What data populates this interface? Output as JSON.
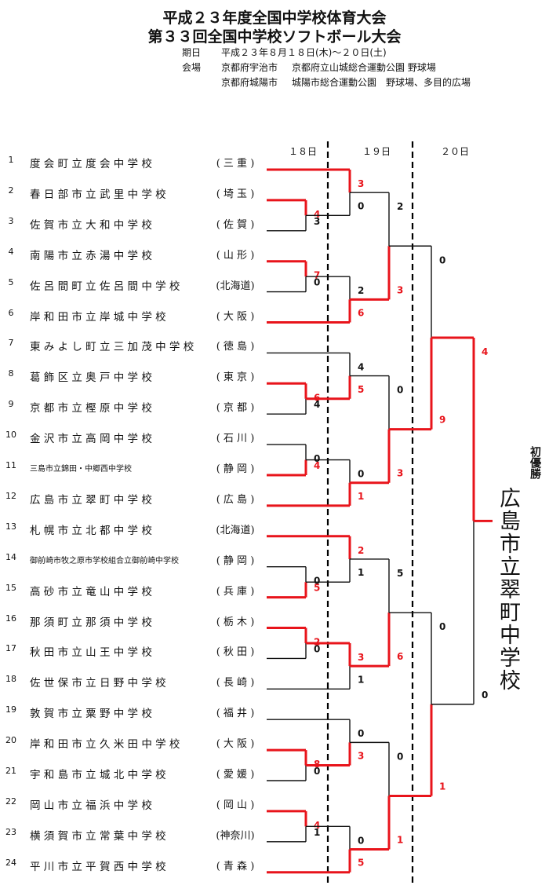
{
  "header": {
    "title1": "平成２３年度全国中学校体育大会",
    "title2": "第３３回全国中学校ソフトボール大会",
    "period_label": "期日",
    "period": "平成２３年８月１８日(木)～２０日(土)",
    "venue_label": "会場",
    "venue1_city": "京都府宇治市",
    "venue1": "京都府立山城総合運動公園 野球場",
    "venue2_city": "京都府城陽市",
    "venue2": "城陽市総合運動公園　野球場、多目的広場"
  },
  "days": [
    "１８日",
    "１９日",
    "２０日"
  ],
  "teams": [
    {
      "no": "1",
      "school": "度 会 町 立 度 会 中 学 校",
      "pref": "( 三 重 )"
    },
    {
      "no": "2",
      "school": "春 日 部 市 立 武 里 中 学 校",
      "pref": "( 埼 玉 )"
    },
    {
      "no": "3",
      "school": "佐 賀 市 立 大 和 中 学 校",
      "pref": "( 佐 賀 )"
    },
    {
      "no": "4",
      "school": "南 陽 市 立 赤 湯 中 学 校",
      "pref": "( 山 形 )"
    },
    {
      "no": "5",
      "school": "佐 呂 間 町 立 佐 呂 間 中 学 校",
      "pref": "(北海道)"
    },
    {
      "no": "6",
      "school": "岸 和 田 市 立 岸 城 中 学 校",
      "pref": "( 大 阪 )"
    },
    {
      "no": "7",
      "school": "東 み よ し 町 立 三 加 茂 中 学 校",
      "pref": "( 徳 島 )"
    },
    {
      "no": "8",
      "school": "葛 飾 区 立 奥 戸 中 学 校",
      "pref": "( 東 京 )"
    },
    {
      "no": "9",
      "school": "京 都 市 立 樫 原 中 学 校",
      "pref": "( 京 都 )"
    },
    {
      "no": "10",
      "school": "金 沢 市 立 高 岡 中 学 校",
      "pref": "( 石 川 )"
    },
    {
      "no": "11",
      "school": "三島市立錦田・中郷西中学校",
      "pref": "( 静 岡 )",
      "small": true
    },
    {
      "no": "12",
      "school": "広 島 市 立 翠 町 中 学 校",
      "pref": "( 広 島 )"
    },
    {
      "no": "13",
      "school": "札 幌 市 立 北 都 中 学 校",
      "pref": "(北海道)"
    },
    {
      "no": "14",
      "school": "御前崎市牧之原市学校組合立御前崎中学校",
      "pref": "( 静 岡 )",
      "small": true
    },
    {
      "no": "15",
      "school": "高 砂 市 立 竜 山 中 学 校",
      "pref": "( 兵 庫 )"
    },
    {
      "no": "16",
      "school": "那 須 町 立 那 須 中 学 校",
      "pref": "( 栃 木 )"
    },
    {
      "no": "17",
      "school": "秋 田 市 立 山 王 中 学 校",
      "pref": "( 秋 田 )"
    },
    {
      "no": "18",
      "school": "佐 世 保 市 立 日 野 中 学 校",
      "pref": "( 長 崎 )"
    },
    {
      "no": "19",
      "school": "敦 賀 市 立 粟 野 中 学 校",
      "pref": "( 福 井 )"
    },
    {
      "no": "20",
      "school": "岸 和 田 市 立 久 米 田 中 学 校",
      "pref": "( 大 阪 )"
    },
    {
      "no": "21",
      "school": "宇 和 島 市 立 城 北 中 学 校",
      "pref": "( 愛 媛 )"
    },
    {
      "no": "22",
      "school": "岡 山 市 立 福 浜 中 学 校",
      "pref": "( 岡 山 )"
    },
    {
      "no": "23",
      "school": "横 須 賀 市 立 常 葉 中 学 校",
      "pref": "(神奈川)"
    },
    {
      "no": "24",
      "school": "平 川 市 立 平 賀 西 中 学 校",
      "pref": "( 青 森 )"
    }
  ],
  "scores": {
    "r1": [
      [
        "4",
        "3"
      ],
      [
        "7",
        "0"
      ],
      [
        "6",
        "4"
      ],
      [
        "0",
        "4"
      ],
      [
        "0",
        "5"
      ],
      [
        "2",
        "0"
      ],
      [
        "8",
        "0"
      ],
      [
        "4",
        "1"
      ]
    ],
    "r2": [
      [
        "3",
        "0"
      ],
      [
        "2",
        "6"
      ],
      [
        "4",
        "5"
      ],
      [
        "0",
        "1"
      ],
      [
        "2",
        "1"
      ],
      [
        "3",
        "1"
      ],
      [
        "0",
        "3"
      ],
      [
        "0",
        "5"
      ]
    ],
    "qf": [
      [
        "2",
        "3"
      ],
      [
        "0",
        "3"
      ],
      [
        "5",
        "6"
      ],
      [
        "0",
        "1"
      ]
    ],
    "sf": [
      [
        "0",
        "9"
      ],
      [
        "0",
        "1"
      ]
    ],
    "final": [
      "4",
      "0"
    ]
  },
  "champion_label": "初優勝",
  "champion": "広島市立翠町中学校",
  "colors": {
    "win": "#e8141b",
    "loss": "#111111"
  }
}
